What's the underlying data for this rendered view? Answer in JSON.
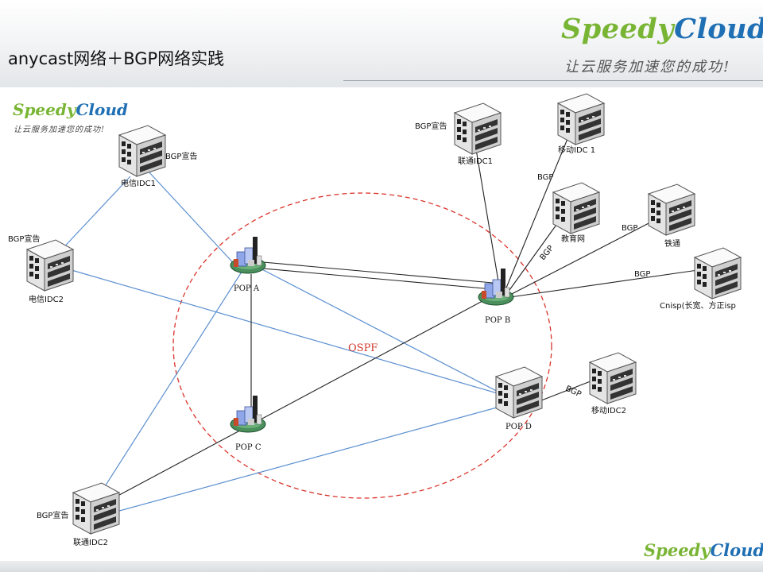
{
  "header": {
    "title": "anycast网络＋BGP网络实践",
    "brand_speedy": "Speedy",
    "brand_cloud": "Cloud",
    "slogan": "让云服务加速您的成功!"
  },
  "diagram_logo": {
    "speedy": "Speedy",
    "cloud": "Cloud",
    "slogan": "让云服务加速您的成功!"
  },
  "footer": {
    "speedy": "Speedy",
    "cloud": "Cloud",
    "mark": "®"
  },
  "nodes": {
    "ct_idc1": "电信IDC1",
    "ct_idc2": "电信IDC2",
    "cu_idc2": "联通IDC2",
    "cu_idc1": "联通IDC1",
    "cm_idc1": "移动IDC 1",
    "edu": "教育网",
    "railway": "铁通",
    "cnisp": "Cnisp(长宽、方正isp",
    "cm_idc2": "移动IDC2",
    "pop_a": "POP A",
    "pop_b": "POP B",
    "pop_c": "POP C",
    "pop_d": "POP D"
  },
  "labels": {
    "bgp_announce_ct1": "BGP宣告",
    "bgp_announce_ct2": "BGP宣告",
    "bgp_announce_cu2": "BGP宣告",
    "bgp_announce_cu1": "BGP宣告",
    "bgp_cm1": "BGP",
    "bgp_edu": "BGP",
    "bgp_railway": "BGP",
    "bgp_cnisp": "BGP",
    "bgp_cm2": "BGP",
    "ospf": "OSPF"
  },
  "colors": {
    "link_blue": "#5b8fd0",
    "link_black": "#222222",
    "ospf_dash": "#d9332a",
    "brand_green": "#79b535",
    "brand_blue": "#1f6fb4"
  }
}
